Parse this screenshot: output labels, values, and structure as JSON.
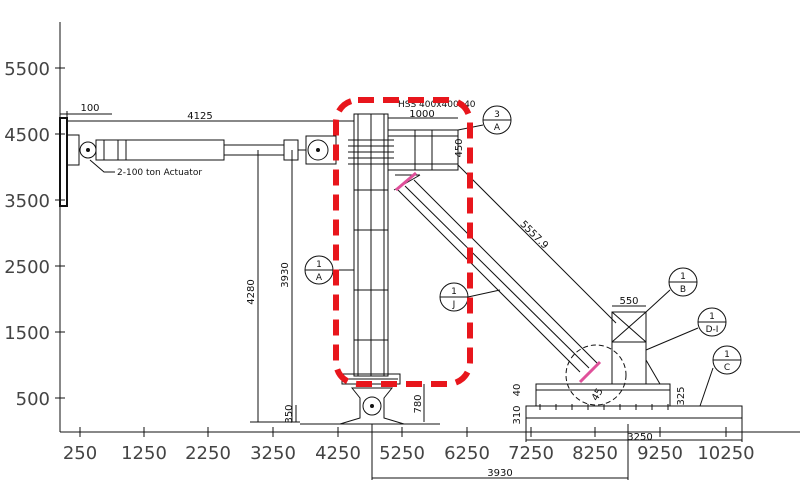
{
  "axes": {
    "y_ticks": [
      "5500",
      "4500",
      "3500",
      "2500",
      "1500",
      "500"
    ],
    "x_ticks": [
      "250",
      "1250",
      "2250",
      "3250",
      "4250",
      "5250",
      "6250",
      "7250",
      "8250",
      "9250",
      "10250"
    ]
  },
  "dimensions": {
    "top_left": "100",
    "actuator_length": "4125",
    "beam_width": "1000",
    "beam_height": "450",
    "diagonal_length": "5557.9",
    "height_4280": "4280",
    "height_3930": "3930",
    "base_350": "350",
    "base_780": "780",
    "right_550": "550",
    "small_40": "40",
    "small_310": "310",
    "small_325": "325",
    "angle_45": "45",
    "base_3250": "3250",
    "bottom_3930": "3930",
    "overlap_text": "HSS 400x400x40"
  },
  "labels": {
    "actuator": "2-100 ton Actuator",
    "callouts": [
      {
        "top": "3",
        "bottom": "A"
      },
      {
        "top": "1",
        "bottom": "A"
      },
      {
        "top": "1",
        "bottom": "J"
      },
      {
        "top": "1",
        "bottom": "B"
      },
      {
        "top": "1",
        "bottom": "D-I"
      },
      {
        "top": "1",
        "bottom": "C"
      }
    ]
  },
  "colors": {
    "highlight": "#e8161c",
    "weld": "#e0509a"
  }
}
